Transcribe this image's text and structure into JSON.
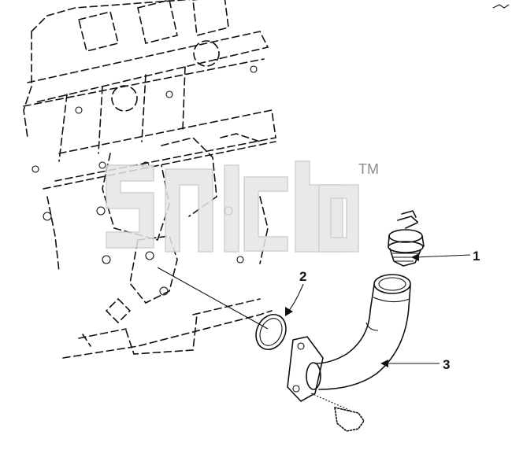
{
  "watermark": {
    "letters": "",
    "trademark": "TM"
  },
  "callouts": [
    {
      "id": "1",
      "text": "1"
    },
    {
      "id": "2",
      "text": "2"
    },
    {
      "id": "3",
      "text": "3"
    }
  ],
  "colors": {
    "ink": "#111111",
    "watermark": "#d0d0d0",
    "background": "#ffffff"
  }
}
